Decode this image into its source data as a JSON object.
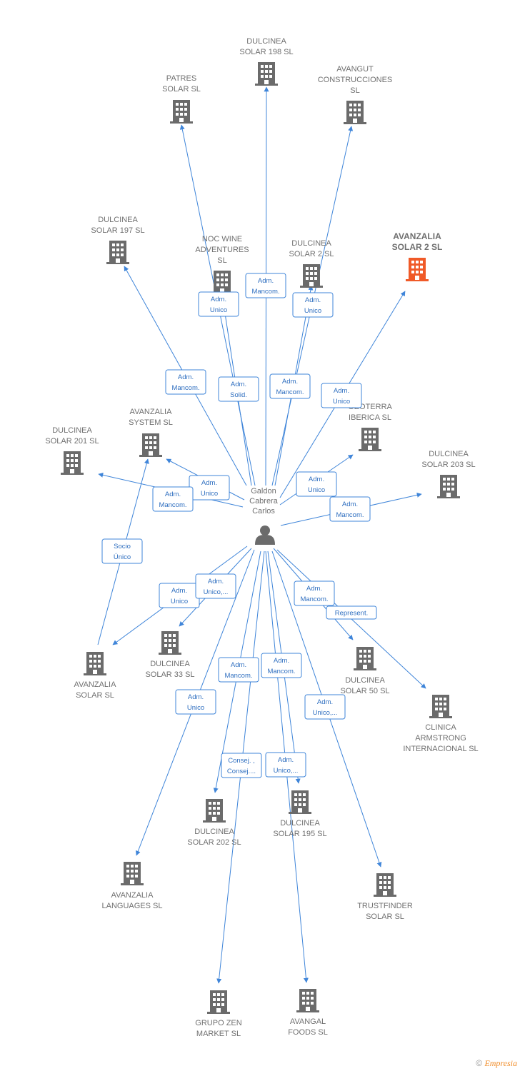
{
  "person": {
    "name_lines": [
      "Galdon",
      "Cabrera",
      "Carlos"
    ],
    "icon": "person-icon"
  },
  "colors": {
    "edge": "#3f85d9",
    "node": "#6b6b6b",
    "highlight": "#f05a28",
    "badge_text": "#2f6fc0"
  },
  "nodes": [
    {
      "id": "dulcinea-solar-198",
      "lines": [
        "DULCINEA",
        "SOLAR 198 SL"
      ]
    },
    {
      "id": "patres-solar",
      "lines": [
        "PATRES",
        "SOLAR SL"
      ]
    },
    {
      "id": "avangut-construcciones",
      "lines": [
        "AVANGUT",
        "CONSTRUCCIONES",
        "SL"
      ]
    },
    {
      "id": "dulcinea-solar-197",
      "lines": [
        "DULCINEA",
        "SOLAR 197 SL"
      ]
    },
    {
      "id": "noc-wine-adventures",
      "lines": [
        "NOC WINE",
        "ADVENTURES",
        "SL"
      ]
    },
    {
      "id": "dulcinea-solar-2",
      "lines": [
        "DULCINEA",
        "SOLAR 2 SL"
      ]
    },
    {
      "id": "avanzalia-solar-2",
      "lines": [
        "AVANZALIA",
        "SOLAR 2  SL"
      ],
      "highlight": true
    },
    {
      "id": "avanzalia-system",
      "lines": [
        "AVANZALIA",
        "SYSTEM SL"
      ]
    },
    {
      "id": "dulcinea-solar-201",
      "lines": [
        "DULCINEA",
        "SOLAR 201 SL"
      ]
    },
    {
      "id": "geoterra-iberica",
      "lines": [
        "GEOTERRA",
        "IBERICA SL"
      ]
    },
    {
      "id": "dulcinea-solar-203",
      "lines": [
        "DULCINEA",
        "SOLAR 203 SL"
      ]
    },
    {
      "id": "avanzalia-solar",
      "lines": [
        "AVANZALIA",
        "SOLAR SL"
      ]
    },
    {
      "id": "dulcinea-solar-33",
      "lines": [
        "DULCINEA",
        "SOLAR 33  SL"
      ]
    },
    {
      "id": "dulcinea-solar-50",
      "lines": [
        "DULCINEA",
        "SOLAR 50 SL"
      ]
    },
    {
      "id": "clinica-armstrong",
      "lines": [
        "CLINICA",
        "ARMSTRONG",
        "INTERNACIONAL SL"
      ]
    },
    {
      "id": "dulcinea-solar-202",
      "lines": [
        "DULCINEA",
        "SOLAR 202 SL"
      ]
    },
    {
      "id": "dulcinea-solar-195",
      "lines": [
        "DULCINEA",
        "SOLAR 195 SL"
      ]
    },
    {
      "id": "avanzalia-languages",
      "lines": [
        "AVANZALIA",
        "LANGUAGES SL"
      ]
    },
    {
      "id": "trustfinder-solar",
      "lines": [
        "TRUSTFINDER",
        "SOLAR SL"
      ]
    },
    {
      "id": "grupo-zen-market",
      "lines": [
        "GRUPO ZEN",
        "MARKET  SL"
      ]
    },
    {
      "id": "avangal-foods",
      "lines": [
        "AVANGAL",
        "FOODS  SL"
      ]
    }
  ],
  "edges": [
    {
      "to": "dulcinea-solar-198",
      "label": [
        "Adm.",
        "Mancom."
      ]
    },
    {
      "to": "patres-solar",
      "label": [
        "Adm.",
        "Solid."
      ]
    },
    {
      "to": "avangut-construcciones",
      "label": [
        "Adm.",
        "Unico"
      ]
    },
    {
      "to": "dulcinea-solar-197",
      "label": [
        "Adm.",
        "Mancom."
      ]
    },
    {
      "to": "noc-wine-adventures",
      "label": [
        "Adm.",
        "Unico"
      ]
    },
    {
      "to": "dulcinea-solar-2",
      "label": [
        "Adm.",
        "Mancom."
      ]
    },
    {
      "to": "avanzalia-solar-2",
      "label": [
        "Adm.",
        "Unico"
      ]
    },
    {
      "to": "avanzalia-system",
      "label": [
        "Adm.",
        "Unico"
      ]
    },
    {
      "to": "dulcinea-solar-201",
      "label": [
        "Adm.",
        "Mancom."
      ]
    },
    {
      "to": "geoterra-iberica",
      "label": [
        "Adm.",
        "Unico"
      ]
    },
    {
      "to": "dulcinea-solar-203",
      "label": [
        "Adm.",
        "Mancom."
      ]
    },
    {
      "to": "avanzalia-solar",
      "label": [
        "Adm.",
        "Unico"
      ]
    },
    {
      "to": "avanzalia-system",
      "label": [
        "Socio",
        "Único"
      ]
    },
    {
      "to": "dulcinea-solar-33",
      "label": [
        "Adm.",
        "Unico,..."
      ]
    },
    {
      "to": "dulcinea-solar-50",
      "label": [
        "Adm.",
        "Mancom."
      ]
    },
    {
      "to": "clinica-armstrong",
      "label": [
        "Represent."
      ]
    },
    {
      "to": "dulcinea-solar-202",
      "label": [
        "Adm.",
        "Mancom."
      ]
    },
    {
      "to": "dulcinea-solar-195",
      "label": [
        "Adm.",
        "Unico,..."
      ]
    },
    {
      "to": "avanzalia-languages",
      "label": [
        "Adm.",
        "Unico"
      ]
    },
    {
      "to": "trustfinder-solar",
      "label": [
        "Adm.",
        "Unico,..."
      ]
    },
    {
      "to": "grupo-zen-market",
      "label": [
        "Consej. ,",
        "Consej...."
      ]
    },
    {
      "to": "avangal-foods",
      "label": [
        "Adm.",
        "Mancom."
      ]
    }
  ],
  "footer": {
    "copyright": "©",
    "brand": "Empresia"
  }
}
